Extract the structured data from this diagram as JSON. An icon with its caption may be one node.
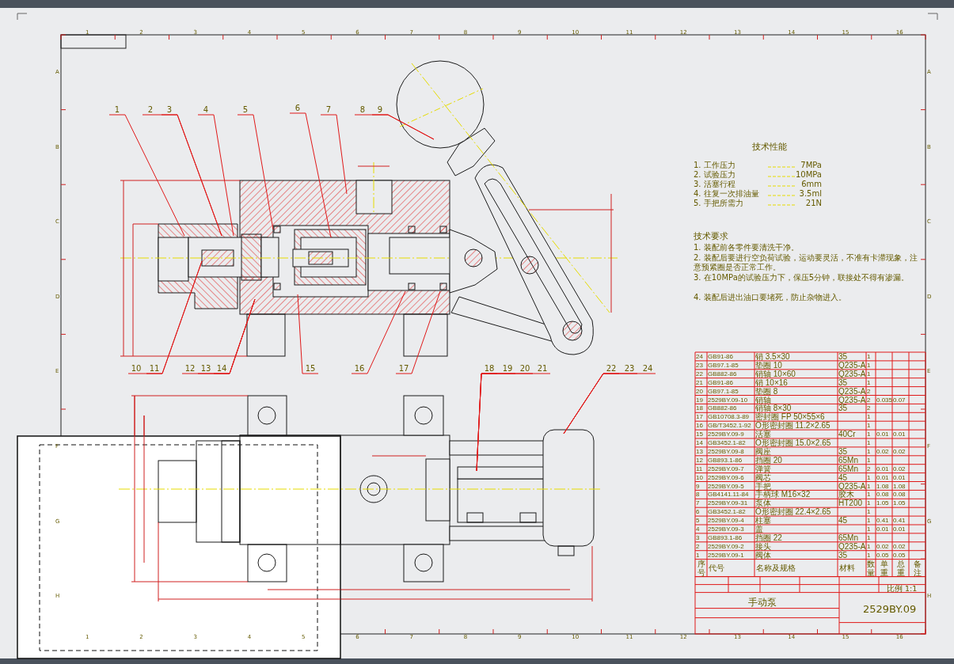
{
  "diagram": {
    "nodes": [
      {
        "text": [
          "1"
        ]
      },
      {
        "text": [
          "2"
        ]
      },
      {
        "text": [
          "3"
        ]
      },
      {
        "text": [
          "4"
        ]
      },
      {
        "text": [
          "5"
        ]
      },
      {
        "text": [
          "6"
        ]
      },
      {
        "text": [
          "7"
        ]
      },
      {
        "text": [
          "8"
        ]
      },
      {
        "text": [
          "9"
        ]
      },
      {
        "text": [
          "10"
        ]
      },
      {
        "text": [
          "11"
        ]
      },
      {
        "text": [
          "12"
        ]
      },
      {
        "text": [
          "13"
        ]
      },
      {
        "text": [
          "14"
        ]
      },
      {
        "text": [
          "15"
        ]
      },
      {
        "text": [
          "16"
        ]
      },
      {
        "text": [
          "17"
        ]
      },
      {
        "text": [
          "18"
        ]
      },
      {
        "text": [
          "19"
        ]
      },
      {
        "text": [
          "20"
        ]
      },
      {
        "text": [
          "21"
        ]
      },
      {
        "text": [
          "22"
        ]
      },
      {
        "text": [
          "23"
        ]
      },
      {
        "text": [
          "24"
        ]
      }
    ],
    "edges": [
      {
        "from": 0,
        "to": null,
        "arrow": "none"
      },
      {
        "from": 1,
        "to": null,
        "arrow": "none"
      },
      {
        "from": 2,
        "to": null,
        "arrow": "none"
      },
      {
        "from": 3,
        "to": null,
        "arrow": "none"
      },
      {
        "from": 4,
        "to": null,
        "arrow": "none"
      },
      {
        "from": 5,
        "to": null,
        "arrow": "none"
      },
      {
        "from": 6,
        "to": null,
        "arrow": "none"
      },
      {
        "from": 7,
        "to": null,
        "arrow": "none"
      },
      {
        "from": 8,
        "to": null,
        "arrow": "none"
      },
      {
        "from": 9,
        "to": null,
        "arrow": "none"
      },
      {
        "from": 10,
        "to": null,
        "arrow": "none"
      },
      {
        "from": 11,
        "to": null,
        "arrow": "none"
      },
      {
        "from": 12,
        "to": null,
        "arrow": "none"
      },
      {
        "from": 13,
        "to": null,
        "arrow": "none"
      },
      {
        "from": 14,
        "to": null,
        "arrow": "none"
      },
      {
        "from": 15,
        "to": null,
        "arrow": "none"
      },
      {
        "from": 16,
        "to": null,
        "arrow": "none"
      },
      {
        "from": 17,
        "to": null,
        "arrow": "none"
      },
      {
        "from": 18,
        "to": null,
        "arrow": "none"
      },
      {
        "from": 19,
        "to": null,
        "arrow": "none"
      },
      {
        "from": 20,
        "to": null,
        "arrow": "none"
      },
      {
        "from": 21,
        "to": null,
        "arrow": "none"
      },
      {
        "from": 22,
        "to": null,
        "arrow": "none"
      },
      {
        "from": 23,
        "to": null,
        "arrow": "none"
      }
    ],
    "labels": [
      "1",
      "2",
      "3",
      "4",
      "5",
      "6",
      "7",
      "8",
      "9",
      "10",
      "11",
      "12",
      "13",
      "14",
      "15",
      "16",
      "1",
      "2",
      "3",
      "4",
      "5",
      "6",
      "7",
      "8",
      "9",
      "10",
      "11",
      "12",
      "13",
      "14",
      "15",
      "16",
      "A",
      "B",
      "C",
      "D",
      "E",
      "F",
      "G",
      "H",
      "A",
      "B",
      "C",
      "D",
      "E",
      "F",
      "G",
      "H",
      "技术性能",
      "1. 工作压力",
      "7MPa",
      "2. 试验压力",
      "10MPa",
      "3. 活塞行程",
      "6mm",
      "4. 往复一次排油量",
      "3.5ml",
      "5. 手把所需力",
      "21N",
      "技术要求",
      "1. 装配前各零件要清洗干净。",
      "2. 装配后要进行空负荷试验，运动要灵活，不准有卡滞现象，注意预紧圈是否正常工作。",
      "3. 在10MPa的试验压力下，保压5分钟，联接处不得有渗漏。",
      "4. 装配后进出油口要堵死，防止杂物进入。",
      "24",
      "GB91-86",
      "销 3.5×30",
      "35",
      "1",
      "23",
      "GB97.1-85",
      "垫圈 10",
      "Q235-A",
      "1",
      "22",
      "GB882-86",
      "销轴 10×60",
      "Q235-A",
      "1",
      "21",
      "GB91-86",
      "销 10×16",
      "35",
      "1",
      "20",
      "GB97.1-85",
      "垫圈 8",
      "Q235-A",
      "2",
      "19",
      "2529BY.09-10",
      "销轴",
      "Q235-A",
      "2",
      "0.035",
      "0.07",
      "18",
      "GB882-86",
      "销轴 8×30",
      "35",
      "2",
      "17",
      "GB10708.3-89",
      "密封圈 FP 50×55×6",
      "1",
      "16",
      "GB/T3452.1-92",
      "O形密封圈 11.2×2.65",
      "1",
      "15",
      "2529BY.09-9",
      "活塞",
      "40Cr",
      "1",
      "0.01",
      "0.01",
      "14",
      "GB3452.1-82",
      "O形密封圈 15.0×2.65",
      "1",
      "13",
      "2529BY.09-8",
      "阀座",
      "35",
      "1",
      "0.02",
      "0.02",
      "12",
      "GB893.1-86",
      "挡圈 20",
      "65Mn",
      "1",
      "11",
      "2529BY.09-7",
      "弹簧",
      "65Mn",
      "2",
      "0.01",
      "0.02",
      "10",
      "2529BY.09-6",
      "阀芯",
      "45",
      "1",
      "0.01",
      "0.01",
      "9",
      "2529BY.09-5",
      "手把",
      "Q235-A",
      "1",
      "1.08",
      "1.08",
      "8",
      "GB4141.11-84",
      "手柄球 M16×32",
      "胶木",
      "1",
      "0.08",
      "0.08",
      "7",
      "2529BY.09-31",
      "泵体",
      "HT200",
      "1",
      "1.05",
      "1.05",
      "6",
      "GB3452.1-82",
      "O形密封圈 22.4×2.65",
      "1",
      "5",
      "2529BY.09-4",
      "柱塞",
      "45",
      "1",
      "0.41",
      "0.41",
      "4",
      "2529BY.09-3",
      "盖",
      "1",
      "0.01",
      "0.01",
      "3",
      "GB893.1-86",
      "挡圈 22",
      "65Mn",
      "1",
      "2",
      "2529BY.09-2",
      "接头",
      "Q235-A",
      "1",
      "0.02",
      "0.02",
      "1",
      "2529BY.09-1",
      "阀体",
      "35",
      "1",
      "0.05",
      "0.05",
      "序号",
      "代号",
      "名称及规格",
      "材料",
      "数量",
      "单重",
      "总重",
      "备注",
      "比例 1:1",
      "手动泵",
      "2529BY.09"
    ]
  }
}
